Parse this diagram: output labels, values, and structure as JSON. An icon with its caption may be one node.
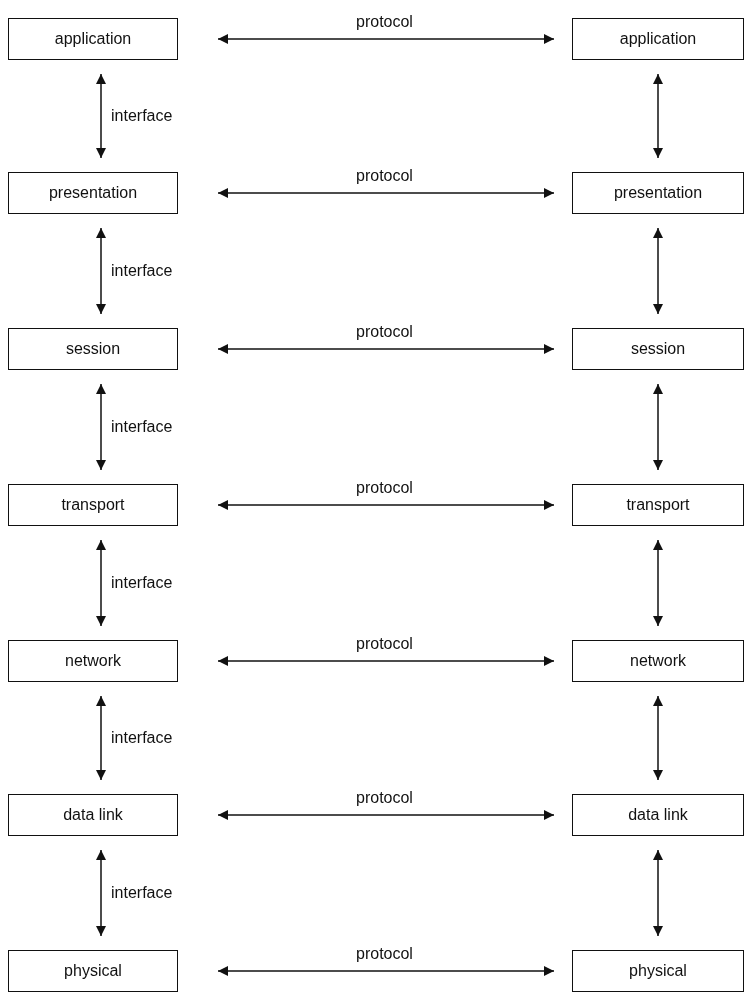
{
  "diagram": {
    "nodes": [
      {
        "text": [
          "application"
        ]
      },
      {
        "text": [
          "application"
        ]
      },
      {
        "text": [
          "presentation"
        ]
      },
      {
        "text": [
          "presentation"
        ]
      },
      {
        "text": [
          "session"
        ]
      },
      {
        "text": [
          "session"
        ]
      },
      {
        "text": [
          "transport"
        ]
      },
      {
        "text": [
          "transport"
        ]
      },
      {
        "text": [
          "network"
        ]
      },
      {
        "text": [
          "network"
        ]
      },
      {
        "text": [
          "data link"
        ]
      },
      {
        "text": [
          "data link"
        ]
      },
      {
        "text": [
          "physical"
        ]
      },
      {
        "text": [
          "physical"
        ]
      }
    ],
    "edges": [
      {
        "from": 0,
        "to": 1,
        "arrow": "both",
        "label": "protocol"
      },
      {
        "from": 0,
        "to": 2,
        "arrow": "both",
        "label": "interface"
      },
      {
        "from": 1,
        "to": 3,
        "arrow": "both"
      },
      {
        "from": 2,
        "to": 3,
        "arrow": "both",
        "label": "protocol"
      },
      {
        "from": 2,
        "to": 4,
        "arrow": "both",
        "label": "interface"
      },
      {
        "from": 3,
        "to": 5,
        "arrow": "both"
      },
      {
        "from": 4,
        "to": 5,
        "arrow": "both",
        "label": "protocol"
      },
      {
        "from": 4,
        "to": 6,
        "arrow": "both",
        "label": "interface"
      },
      {
        "from": 5,
        "to": 7,
        "arrow": "both"
      },
      {
        "from": 6,
        "to": 7,
        "arrow": "both",
        "label": "protocol"
      },
      {
        "from": 6,
        "to": 8,
        "arrow": "both",
        "label": "interface"
      },
      {
        "from": 7,
        "to": 9,
        "arrow": "both"
      },
      {
        "from": 8,
        "to": 9,
        "arrow": "both",
        "label": "protocol"
      },
      {
        "from": 8,
        "to": 10,
        "arrow": "both",
        "label": "interface"
      },
      {
        "from": 9,
        "to": 11,
        "arrow": "both"
      },
      {
        "from": 10,
        "to": 11,
        "arrow": "both",
        "label": "protocol"
      },
      {
        "from": 10,
        "to": 12,
        "arrow": "both",
        "label": "interface"
      },
      {
        "from": 11,
        "to": 13,
        "arrow": "both"
      },
      {
        "from": 12,
        "to": 13,
        "arrow": "both",
        "label": "protocol"
      }
    ]
  }
}
